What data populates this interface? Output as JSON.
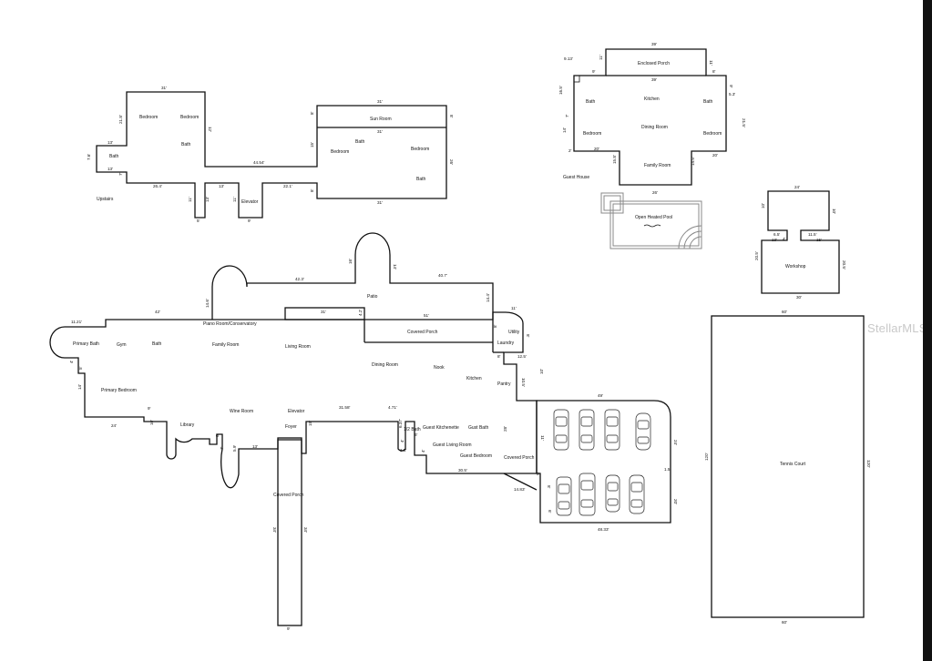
{
  "watermark": "StellarMLS",
  "upstairs": {
    "rooms": {
      "bedroom_1": "Bedroom",
      "bedroom_2": "Bedroom",
      "bath_center": "Bath",
      "bath_left": "Bath",
      "elevator": "Elevator",
      "upstairs": "Upstairs",
      "sun_room": "Sun Room",
      "bath_right": "Bath",
      "bedroom_3": "Bedroom",
      "bedroom_4": "Bedroom",
      "bath_right_lower": "Bath"
    },
    "dims": {
      "top_31": "31'",
      "side_21_8": "21.8'",
      "right_12": "12'",
      "left_13_top": "13'",
      "left_7_6": "7.6'",
      "left_13_bot": "13'",
      "left_7": "7'",
      "corridor_44_54": "44.54'",
      "bottom_26_4": "26.4'",
      "stub_11": "11'",
      "stub_13": "13'",
      "stub_13b": "13'",
      "stub_11b": "11'",
      "bottom_5": "5'",
      "bottom_9": "9'",
      "connector_22_1": "22.1'",
      "sun_top_31": "31'",
      "sun_left_8": "8'",
      "sun_right_8": "8'",
      "mid_31": "31'",
      "left_15": "15'",
      "right_26": "26'",
      "left_8": "8'",
      "bottom_31": "31'"
    }
  },
  "guest_house": {
    "rooms": {
      "enclosed_porch": "Enclosed Porch",
      "bath_left": "Bath",
      "kitchen": "Kitchen",
      "bath_right": "Bath",
      "bedroom_left": "Bedroom",
      "dining_room": "Dining Room",
      "bedroom_right": "Bedroom",
      "family_room": "Family Room",
      "guest_house": "Guest House",
      "pool": "Open Heated Pool"
    },
    "dims": {
      "porch_top_39": "39'",
      "porch_left_11": "11'",
      "porch_right_11": "11'",
      "d_9_13": "9.13'",
      "d_9": "9'",
      "d_8": "8'",
      "inner_39": "39'",
      "d_5_3": "5.3'",
      "d_9b": "9'",
      "d_16_5": "16.5'",
      "d_7": "7'",
      "d_21_5": "21.5'",
      "d_14": "14'",
      "d_20a": "20'",
      "d_2": "2'",
      "d_20b": "20'",
      "d_15_8": "15.8'",
      "d_14_5": "14.5'",
      "bottom_26": "26'"
    }
  },
  "workshop": {
    "label": "Workshop",
    "dims": {
      "top_24": "24'",
      "left_10": "10'",
      "right_10": "10'",
      "d_6_5": "6.5'",
      "d_4": "4'",
      "d_11_5": "11.5'",
      "d_13": "13'",
      "d_15": "15'",
      "left_20_5": "20.5'",
      "right_20_5": "20.5'",
      "bottom_30": "30'"
    }
  },
  "tennis_court": {
    "label": "Tennis Court",
    "dims": {
      "top_60": "60'",
      "left_120": "120'",
      "right_120": "120'",
      "bottom_60": "60'"
    }
  },
  "main_house": {
    "rooms": {
      "patio": "Patio",
      "piano_room": "Piano Room/Conservatory",
      "covered_porch_top": "Covered Porch",
      "utility": "Utility",
      "laundry": "Laundry",
      "primary_bath": "Primary Bath",
      "gym": "Gym",
      "bath": "Bath",
      "family_room": "Family Room",
      "living_room": "Living Room",
      "dining_room": "Dining Room",
      "nook": "Nook",
      "kitchen": "Kitchen",
      "pantry": "Pantry",
      "primary_bedroom": "Primary Bedroom",
      "library": "Library",
      "wine_room": "Wine Room",
      "elevator": "Elevator",
      "foyer": "Foyer",
      "half_bath": "1/2 Bath",
      "guest_kitchenette": "Guest Kitchenette",
      "guest_bath": "Gust Bath",
      "guest_living_room": "Guest Living Room",
      "guest_bedroom": "Guest Bedroom",
      "covered_porch_side": "Covered Porch",
      "covered_porch_front": "Covered Porch"
    },
    "dims": {
      "d_42_3": "42.3'",
      "d_16": "16'",
      "d_14": "14'",
      "d_40_7": "40.7'",
      "d_42": "42'",
      "d_14_6": "14.6'",
      "d_14_4": "14.4'",
      "d_31": "31'",
      "d_4_2": "4.2'",
      "d_51": "51'",
      "d_11": "11'",
      "d_11_21": "11.21'",
      "d_8": "8'",
      "d_8b": "8'",
      "d_12_5": "12.5'",
      "d_4": "4'",
      "d_10": "10'",
      "d_5": "5'",
      "d_10_5": "10.5'",
      "d_8c": "8'",
      "d_14b": "14'",
      "d_31_58": "31.58'",
      "d_4_71": "4.71'",
      "d_24": "24'",
      "d_10b": "10'",
      "d_9": "9'",
      "d_6": "6'",
      "d_7": "7'",
      "d_5_9": "5.9'",
      "d_13": "13'",
      "d_15": "15'",
      "d_6_37": "6.37'",
      "d_1_3": "1.3'",
      "d_6b": "6'",
      "d_4b": "4'",
      "d_4c": "4'",
      "d_28": "28'",
      "d_30_5": "30.5'",
      "d_34a": "34'",
      "d_34b": "34'",
      "d_9b": "9'"
    }
  },
  "garage": {
    "dims": {
      "top_49": "49'",
      "d_11": "11'",
      "d_24": "24'",
      "d_3": "3'",
      "d_1_5": "1.5'",
      "d_8": "8'",
      "d_20": "20'",
      "d_14_83": "14.83'",
      "d_6": "6'",
      "bottom_48_33": "48.33'"
    }
  }
}
